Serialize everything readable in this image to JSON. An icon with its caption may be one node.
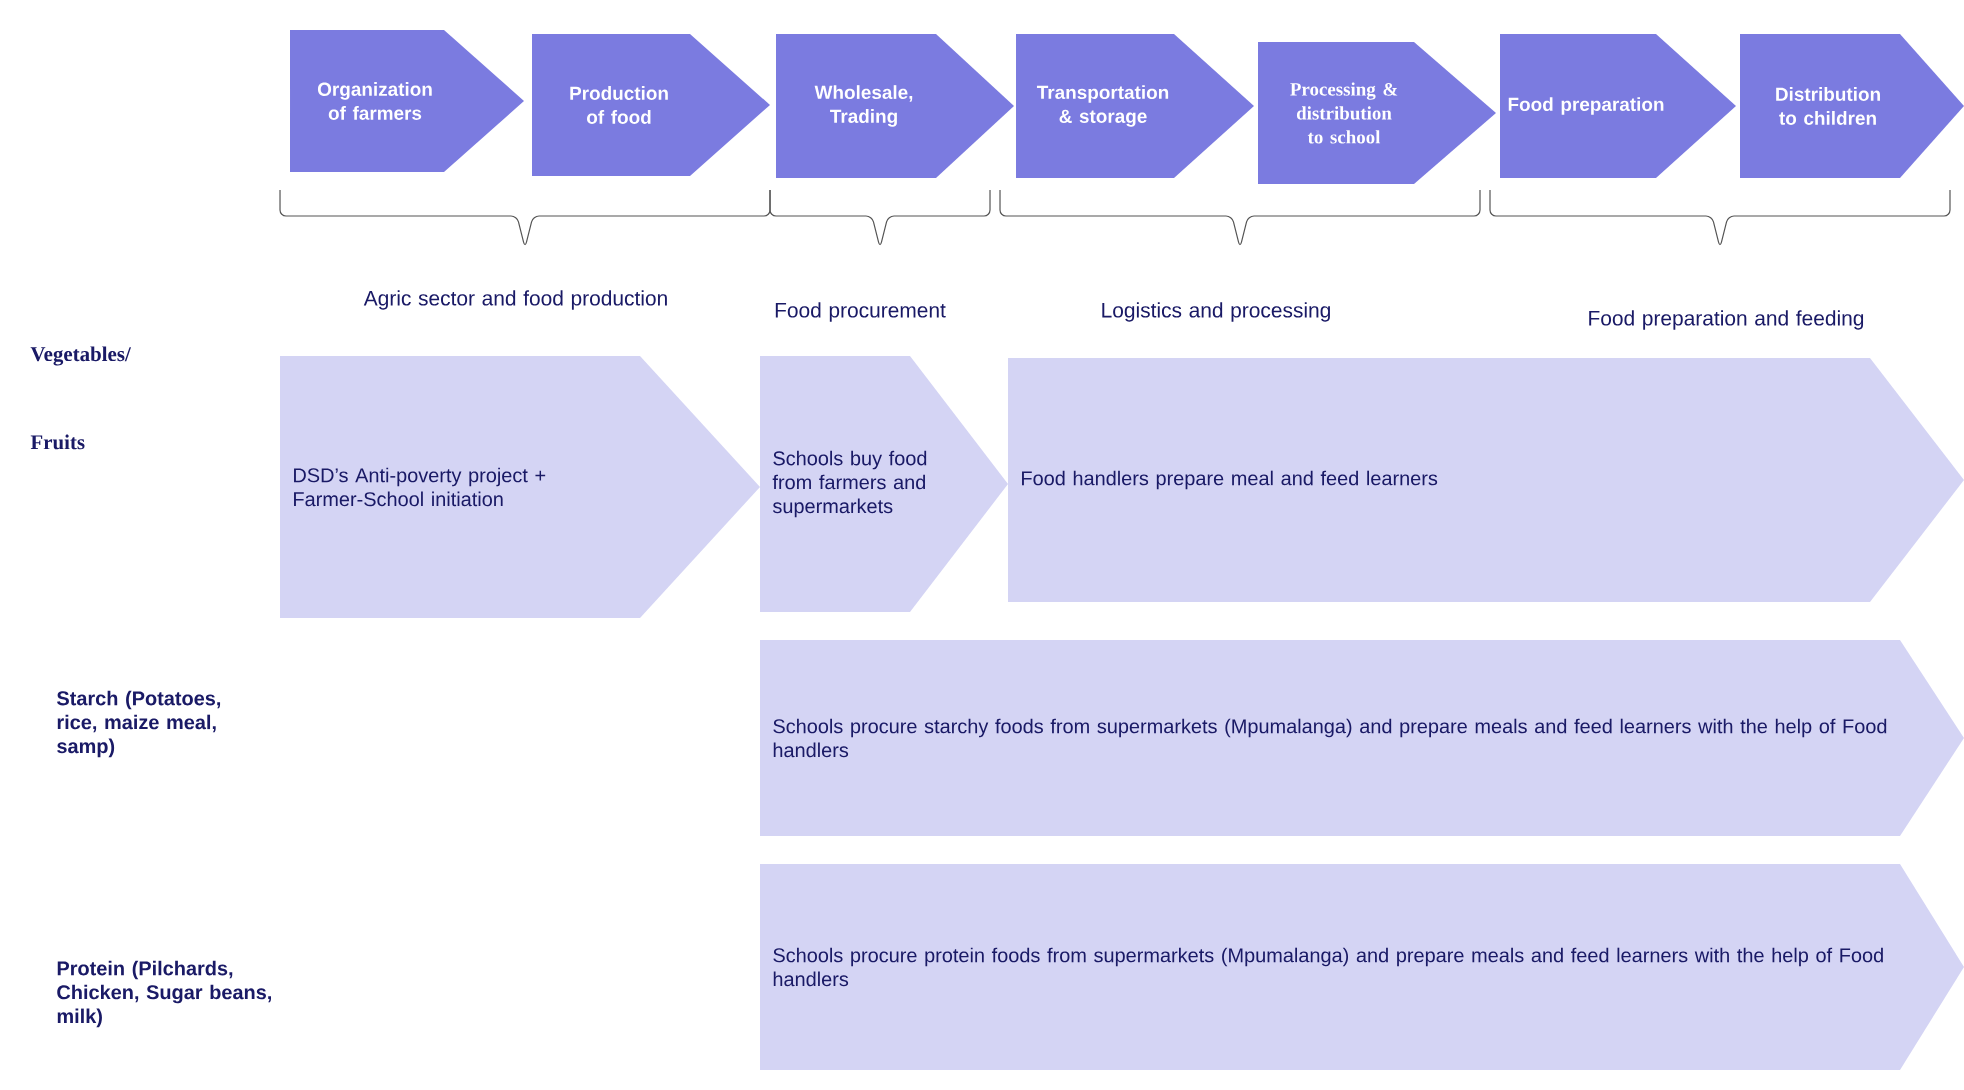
{
  "diagram": {
    "nodes": [
      {
        "text": [
          "Organization of farmers"
        ]
      },
      {
        "text": [
          "Production of food"
        ]
      },
      {
        "text": [
          "Wholesale, Trading"
        ]
      },
      {
        "text": [
          "Transportation & storage"
        ]
      },
      {
        "text": [
          "Processing & distribution to school"
        ]
      },
      {
        "text": [
          "Food preparation"
        ]
      },
      {
        "text": [
          "Distribution to children"
        ]
      },
      {
        "text": [
          "DSD’s Anti-poverty project + Farmer-School initiation"
        ]
      },
      {
        "text": [
          "Schools buy food from farmers and supermarkets"
        ]
      },
      {
        "text": [
          "Food handlers prepare meal and feed learners"
        ]
      },
      {
        "text": [
          "Schools procure starchy foods from supermarkets (Mpumalanga) and prepare meals and feed learners with the help of Food handlers"
        ]
      },
      {
        "text": [
          "Schools procure protein foods from supermarkets (Mpumalanga) and prepare meals and feed learners with the help of Food handlers"
        ]
      }
    ],
    "labels": [
      "Agric sector and food production",
      "Food procurement",
      "Logistics and processing",
      "Vegetables/",
      "Food preparation and feeding",
      "Fruits",
      "Starch (Potatoes, rice, maize meal, samp)",
      "Protein (Pilchards, Chicken, Sugar beans, milk)"
    ]
  }
}
